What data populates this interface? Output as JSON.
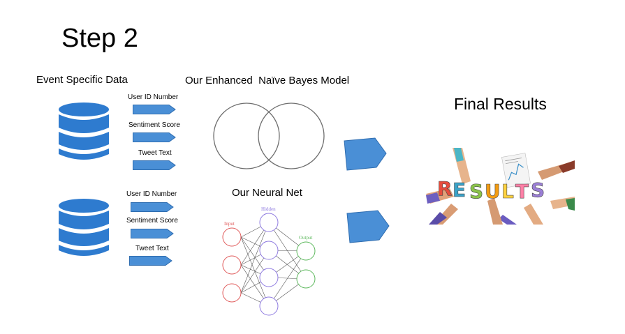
{
  "title": "Step 2",
  "headers": {
    "event_data": "Event Specific Data",
    "naive_bayes": "Our Enhanced  Naïve Bayes Model",
    "neural_net": "Our Neural Net",
    "final_results": "Final Results"
  },
  "features": [
    "User ID Number",
    "Sentiment Score",
    "Tweet Text"
  ],
  "neural_net_labels": {
    "input": "Input",
    "hidden": "Hidden",
    "output": "Output"
  },
  "results_word": [
    "R",
    "E",
    "S",
    "U",
    "L",
    "T",
    "S"
  ],
  "colors": {
    "accent_blue": "#4a8fd6",
    "db_blue": "#2e7bcf",
    "input_red": "#e05a5a",
    "hidden_purple": "#8f7be0",
    "output_green": "#5cb85c"
  },
  "icons": {
    "database": "database-icon",
    "arrow": "right-arrow-icon",
    "venn": "venn-diagram-icon"
  }
}
